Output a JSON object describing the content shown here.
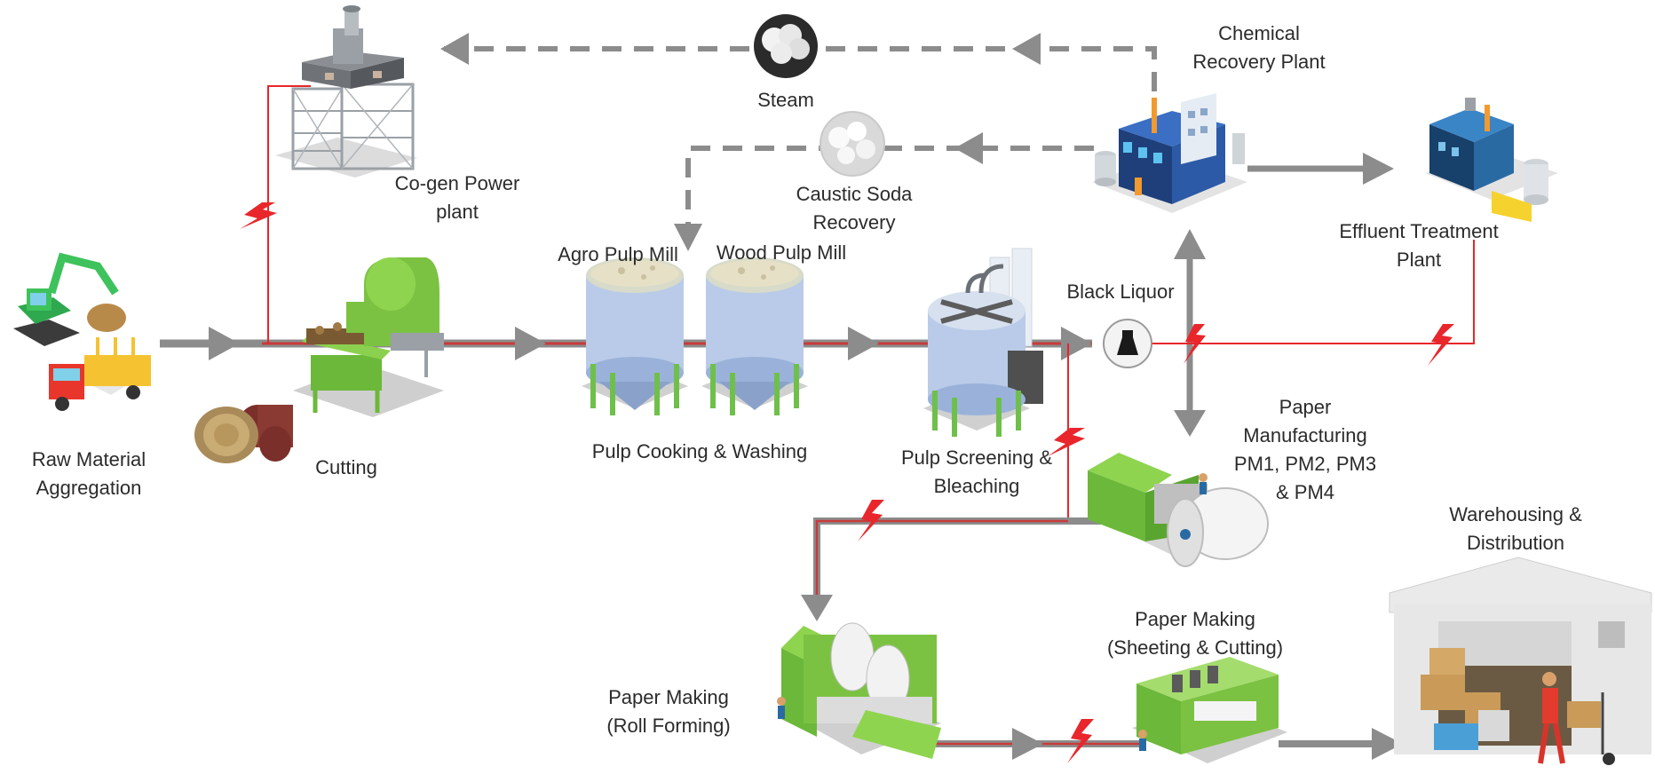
{
  "labels": {
    "steam": "Steam",
    "chemical_recovery": [
      "Chemical",
      "Recovery Plant"
    ],
    "cogen": [
      "Co-gen Power",
      "plant"
    ],
    "caustic_soda": [
      "Caustic Soda",
      "Recovery"
    ],
    "agro_pulp": "Agro Pulp Mill",
    "wood_pulp": "Wood Pulp Mill",
    "effluent": [
      "Effluent Treatment",
      "Plant"
    ],
    "black_liquor": "Black Liquor",
    "raw_material": [
      "Raw Material",
      "Aggregation"
    ],
    "cutting": "Cutting",
    "pulp_cooking": "Pulp Cooking & Washing",
    "pulp_screening": [
      "Pulp Screening &",
      "Bleaching"
    ],
    "paper_manufacturing": [
      "Paper",
      "Manufacturing",
      "PM1, PM2, PM3",
      "& PM4"
    ],
    "warehousing": [
      "Warehousing &",
      "Distribution"
    ],
    "sheeting": [
      "Paper Making",
      "(Sheeting & Cutting)"
    ],
    "roll_forming": [
      "Paper Making",
      "(Roll Forming)"
    ]
  },
  "colors": {
    "flow": "#8c8c8c",
    "power": "#e8262b",
    "machine_green": "#7cc242",
    "tank_blue": "#b9cbe8",
    "text": "#2b2b2b"
  }
}
